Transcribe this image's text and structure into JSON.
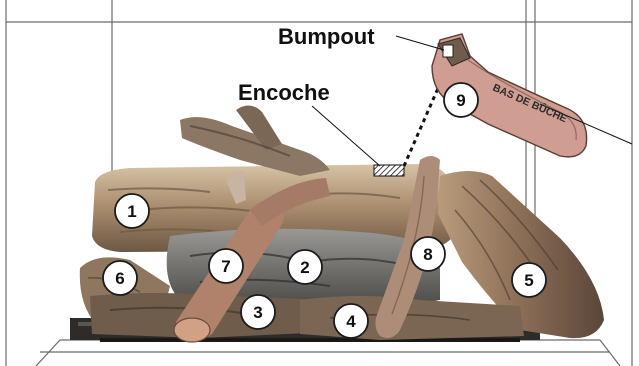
{
  "labels": {
    "bumpout": "Bumpout",
    "encoche": "Encoche",
    "bottom_of_log": "BAS DE BÛCHE"
  },
  "log_numbers": [
    "1",
    "2",
    "3",
    "4",
    "5",
    "6",
    "7",
    "8",
    "9"
  ],
  "colors": {
    "frame_line": "#6b6b6b",
    "log_light": "#c9ad8c",
    "log_mid": "#9a7e63",
    "log_dark": "#4a3b2f",
    "ember_gray": "#6f6d6a",
    "num_circle_fill": "#ffffff",
    "num_circle_stroke": "#1a1a1a",
    "bas_log_fill": "#cf9d92"
  }
}
